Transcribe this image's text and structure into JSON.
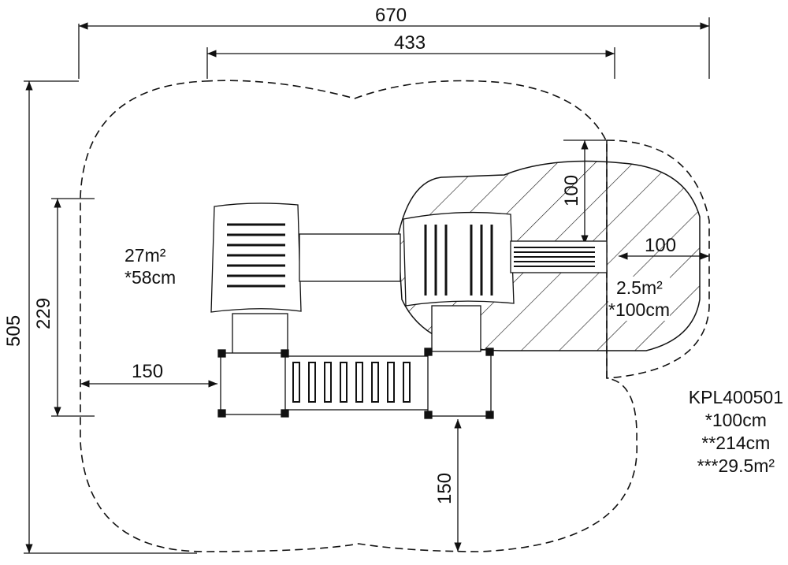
{
  "dimensions": {
    "overall_width": "670",
    "inner_width": "433",
    "overall_height": "505",
    "left_height": "229",
    "left_offset": "150",
    "bottom_offset": "150",
    "slide_top": "100",
    "slide_right": "100"
  },
  "areas": {
    "main_area": "27m²",
    "main_fall_height": "*58cm",
    "slide_area": "2.5m²",
    "slide_fall_height": "*100cm"
  },
  "product": {
    "code": "KPL400501",
    "fall_height": "*100cm",
    "total_height": "**214cm",
    "total_area": "***29.5m²"
  }
}
